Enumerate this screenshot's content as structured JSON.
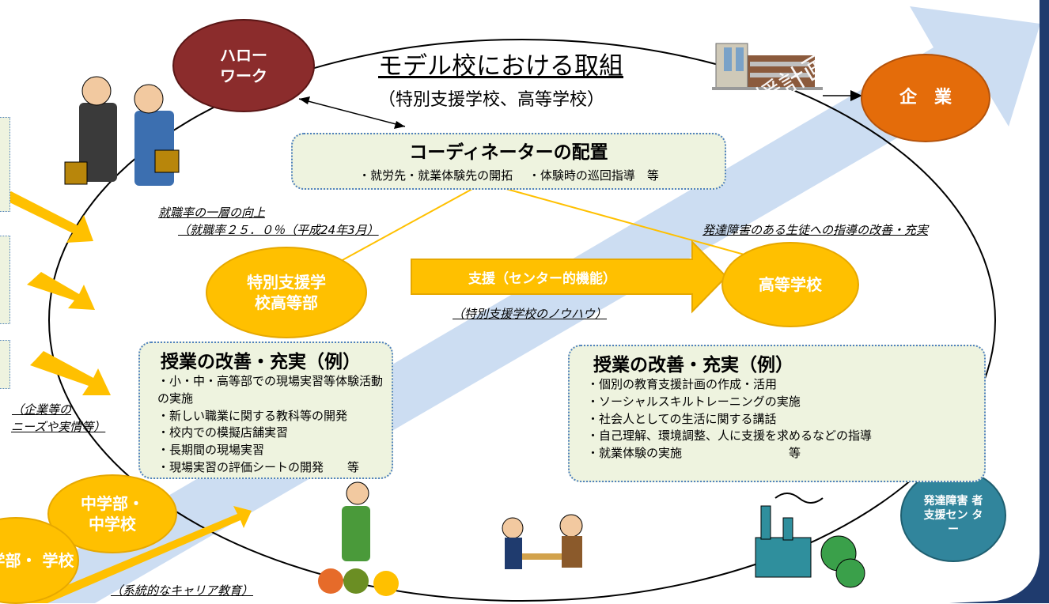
{
  "title": {
    "main": "モデル校における取組",
    "sub": "（特別支援学校、高等学校）"
  },
  "nodes": {
    "hello_work": "ハロー ワーク",
    "company": "企　業",
    "special_school": "特別支援学 校高等部",
    "high_school": "高等学校",
    "junior_high": "中学部・ 中学校",
    "elementary": "学部・ 学校",
    "dev_support_center": "発達障害 者支援セン ター"
  },
  "coordinator": {
    "heading": "コーディネーターの配置",
    "items": "・就労先・就業体験先の開拓　 ・体験時の巡回指導　等"
  },
  "support_arrow": {
    "label": "支援（センター的機能）",
    "note": "（特別支援学校のノウハウ）"
  },
  "big_arrow_label": "個別の教育支援計画",
  "annotations": {
    "employment_line1": "就職率の一層の向上",
    "employment_line2": "（就職率２５．０％（平成24年3月）",
    "guidance": "発達障害のある生徒への指導の改善・充実",
    "needs_line1": "（企業等の",
    "needs_line2": "ニーズや実情等）",
    "career": "（系統的なキャリア教育）"
  },
  "improvement_left": {
    "heading": "授業の改善・充実（例）",
    "items": [
      "・小・中・高等部での現場実習等体験活動の実施",
      "・新しい職業に関する教科等の開発",
      "・校内での模擬店舗実習",
      "・長期間の現場実習",
      "・現場実習の評価シートの開発　　等"
    ]
  },
  "improvement_right": {
    "heading": "授業の改善・充実（例）",
    "items": [
      "・個別の教育支援計画の作成・活用",
      "・ソーシャルスキルトレーニングの実施",
      "・社会人としての生活に関する講話",
      "・自己理解、環境調整、人に支援を求めるなどの指導",
      "・就業体験の実施　　　　　　　　　等"
    ]
  },
  "colors": {
    "hello_work": "#8b2c2c",
    "company": "#e46c0a",
    "gold": "#ffc000",
    "teal": "#31859c",
    "box_fill": "#eef3df",
    "box_border": "#4f81bd",
    "big_arrow": "#c6d9f1"
  }
}
